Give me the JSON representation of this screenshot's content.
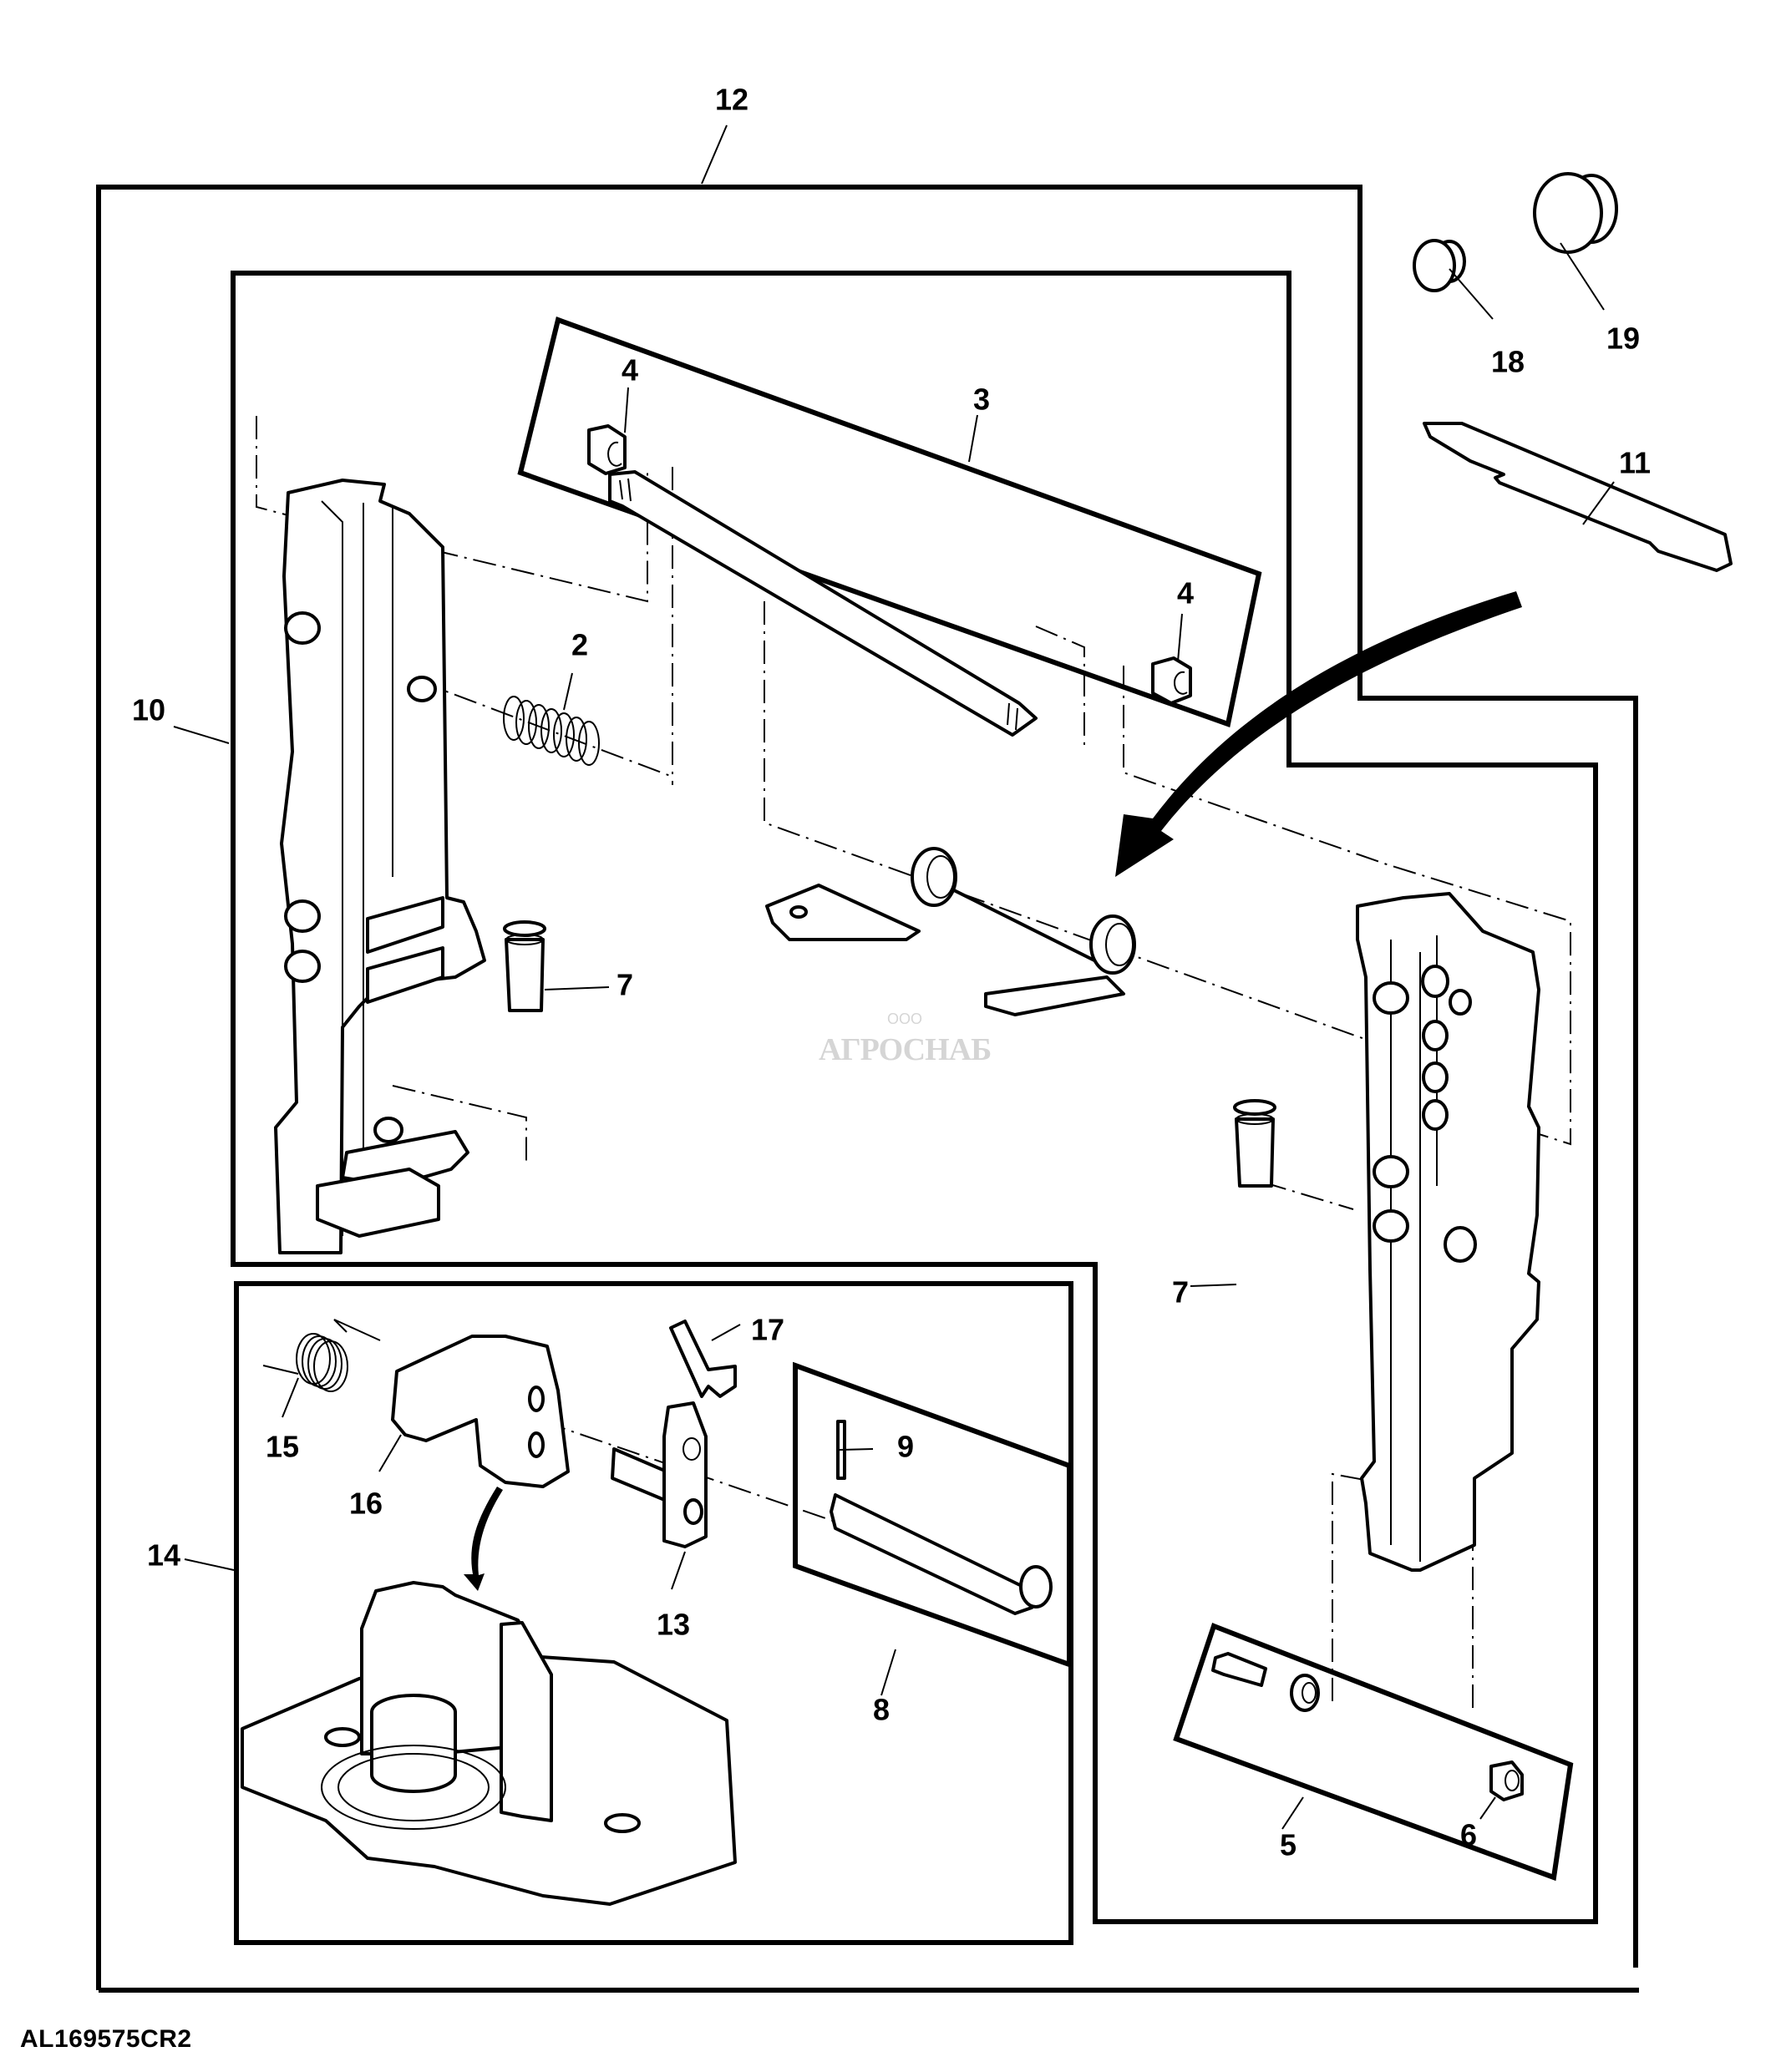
{
  "figure": {
    "reference_code": "AL169575CR2",
    "watermark": {
      "prefix": "ООО",
      "brand": "АГРОСНАБ"
    },
    "line_color": "#000000",
    "background": "#ffffff"
  },
  "callouts": [
    {
      "id": "12",
      "label": "12",
      "part": "outer-frame-assembly"
    },
    {
      "id": "19",
      "label": "19",
      "part": "large-plug"
    },
    {
      "id": "18",
      "label": "18",
      "part": "small-plug"
    },
    {
      "id": "11",
      "label": "11",
      "part": "cover-plate"
    },
    {
      "id": "4a",
      "label": "4",
      "part": "hex-nut-left"
    },
    {
      "id": "3",
      "label": "3",
      "part": "threaded-shaft-kit"
    },
    {
      "id": "4b",
      "label": "4",
      "part": "hex-nut-right"
    },
    {
      "id": "2",
      "label": "2",
      "part": "compression-spring"
    },
    {
      "id": "10",
      "label": "10",
      "part": "left-frame-assembly"
    },
    {
      "id": "7a",
      "label": "7",
      "part": "bushing-left"
    },
    {
      "id": "7b",
      "label": "7",
      "part": "bushing-right"
    },
    {
      "id": "15",
      "label": "15",
      "part": "torsion-spring"
    },
    {
      "id": "16",
      "label": "16",
      "part": "latch-arm"
    },
    {
      "id": "17",
      "label": "17",
      "part": "spring-clip"
    },
    {
      "id": "9",
      "label": "9",
      "part": "roll-pin"
    },
    {
      "id": "13",
      "label": "13",
      "part": "latch-block"
    },
    {
      "id": "8",
      "label": "8",
      "part": "pin-kit"
    },
    {
      "id": "14",
      "label": "14",
      "part": "latch-subassembly"
    },
    {
      "id": "5",
      "label": "5",
      "part": "bolt-kit"
    },
    {
      "id": "6",
      "label": "6",
      "part": "lock-nut"
    }
  ]
}
